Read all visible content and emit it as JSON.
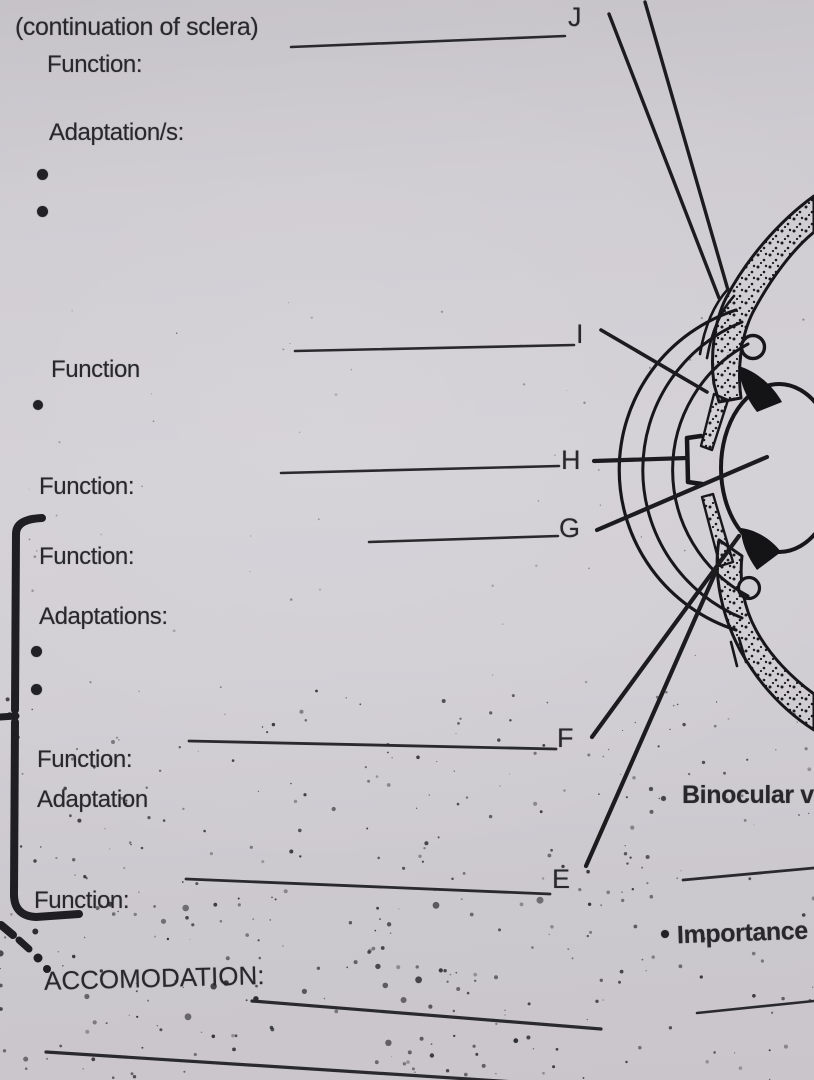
{
  "worksheet": {
    "continuation_note": "(continuation of sclera)",
    "items": {
      "j": {
        "label": "J",
        "function": "Function:",
        "adaptations": "Adaptation/s:"
      },
      "i": {
        "label": "I",
        "function": "Function"
      },
      "h": {
        "label": "H",
        "function": "Function:"
      },
      "g": {
        "label": "G",
        "function": "Function:",
        "adaptations": "Adaptations:"
      },
      "f": {
        "label": "F",
        "function": "Function:",
        "adaptation": "Adaptation"
      },
      "e": {
        "label": "E",
        "function": "Function:"
      }
    },
    "side_notes": {
      "binocular": "Binocular v",
      "importance": "Importance"
    },
    "accommodation_label": "ACCOMODATION:",
    "colors": {
      "paper": "#d0cdd3",
      "ink": "#27272c"
    }
  }
}
